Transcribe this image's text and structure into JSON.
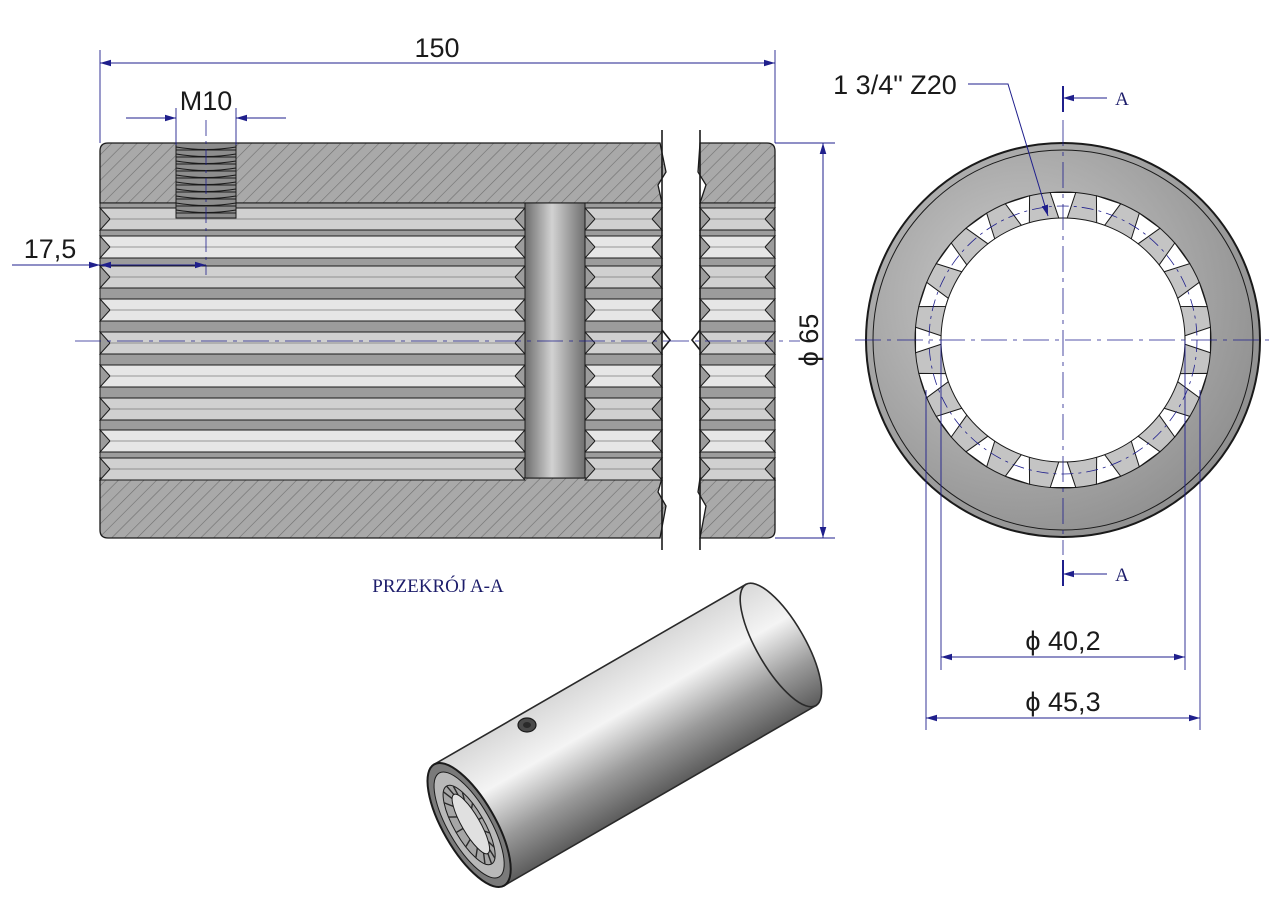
{
  "section_view": {
    "overall_length": "150",
    "thread": "M10",
    "thread_offset": "17,5",
    "outer_diameter_label": "ϕ 65",
    "caption": "PRZEKRÓJ A-A"
  },
  "end_view": {
    "spline_spec": "1 3/4\" Z20",
    "section_mark_top": "A",
    "section_mark_bottom": "A",
    "minor_diameter_label": "ϕ 40,2",
    "major_diameter_label": "ϕ 45,3",
    "spline_teeth": 20
  },
  "colors": {
    "dimension_line": "#1f1f8c",
    "steel_face": "#b4b4b4",
    "hatch": "#6f6f6f",
    "outline": "#1a1a1a"
  }
}
